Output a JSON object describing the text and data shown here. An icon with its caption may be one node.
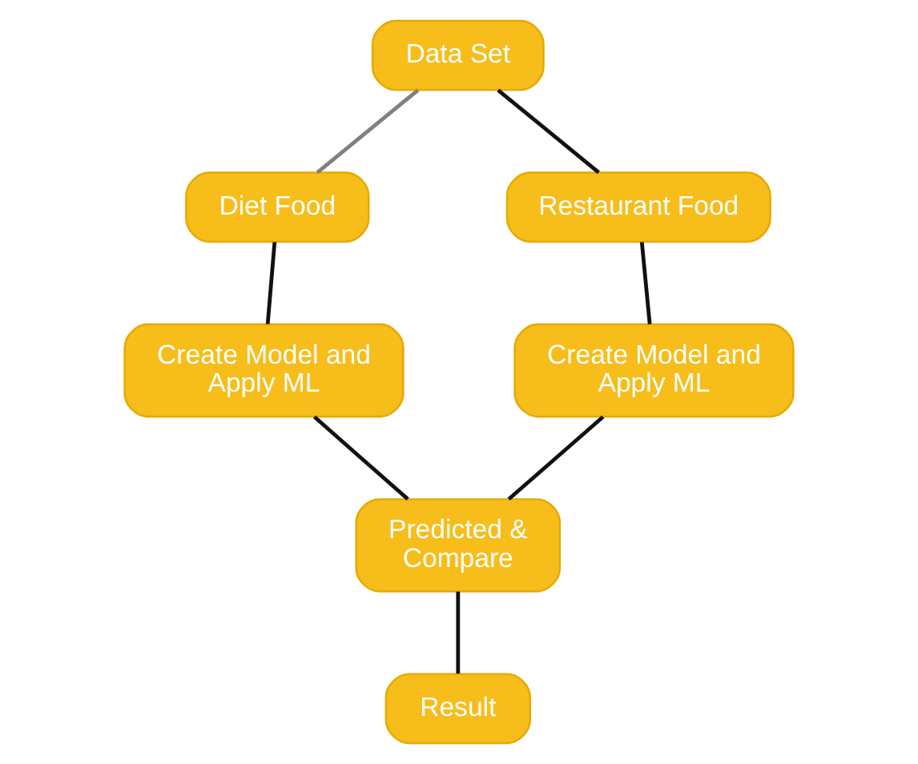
{
  "diagram": {
    "nodes": [
      {
        "text": [
          "Data Set"
        ]
      },
      {
        "text": [
          "Diet Food"
        ]
      },
      {
        "text": [
          "Restaurant Food"
        ]
      },
      {
        "text": [
          "Create Model and Apply ML"
        ]
      },
      {
        "text": [
          "Create Model and Apply ML"
        ]
      },
      {
        "text": [
          "Predicted & Compare"
        ]
      },
      {
        "text": [
          "Result"
        ]
      }
    ],
    "edges": [
      {
        "from": 0,
        "to": 1,
        "arrow": "none",
        "color": "#808080"
      },
      {
        "from": 0,
        "to": 2,
        "arrow": "none"
      },
      {
        "from": 1,
        "to": 3,
        "arrow": "none"
      },
      {
        "from": 2,
        "to": 4,
        "arrow": "none"
      },
      {
        "from": 3,
        "to": 5,
        "arrow": "none"
      },
      {
        "from": 4,
        "to": 5,
        "arrow": "none"
      },
      {
        "from": 5,
        "to": 6,
        "arrow": "none"
      }
    ]
  }
}
